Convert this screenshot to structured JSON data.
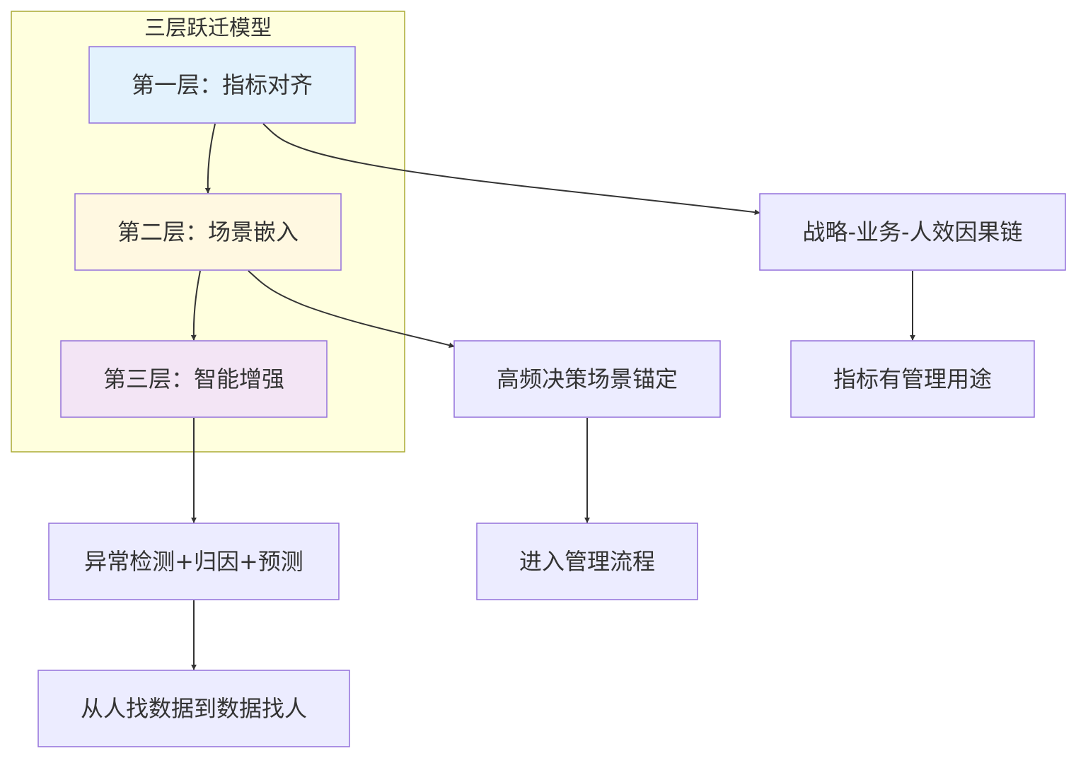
{
  "diagram": {
    "cluster": {
      "title": "三层跃迁模型",
      "fill": "#ffffde",
      "stroke": "#aaaa33"
    },
    "nodes": {
      "layer1": {
        "label": "第一层：指标对齐",
        "fill": "#e3f2fd"
      },
      "layer2": {
        "label": "第二层：场景嵌入",
        "fill": "#fff8e1"
      },
      "layer3": {
        "label": "第三层：智能增强",
        "fill": "#f3e5f5"
      },
      "causal": {
        "label": "战略-业务-人效因果链",
        "fill": "#ececff"
      },
      "purpose": {
        "label": "指标有管理用途",
        "fill": "#ececff"
      },
      "anchor": {
        "label": "高频决策场景锚定",
        "fill": "#ececff"
      },
      "process": {
        "label": "进入管理流程",
        "fill": "#ececff"
      },
      "detect": {
        "label": "异常检测+归因+预测",
        "fill": "#ececff"
      },
      "findpeople": {
        "label": "从人找数据到数据找人",
        "fill": "#ececff"
      }
    },
    "edges": [
      {
        "from": "layer1",
        "to": "layer2"
      },
      {
        "from": "layer1",
        "to": "causal"
      },
      {
        "from": "layer2",
        "to": "layer3"
      },
      {
        "from": "layer2",
        "to": "anchor"
      },
      {
        "from": "layer3",
        "to": "detect"
      },
      {
        "from": "causal",
        "to": "purpose"
      },
      {
        "from": "anchor",
        "to": "process"
      },
      {
        "from": "detect",
        "to": "findpeople"
      }
    ],
    "colors": {
      "node_stroke": "#9370db",
      "edge": "#333333",
      "text": "#333333"
    }
  }
}
